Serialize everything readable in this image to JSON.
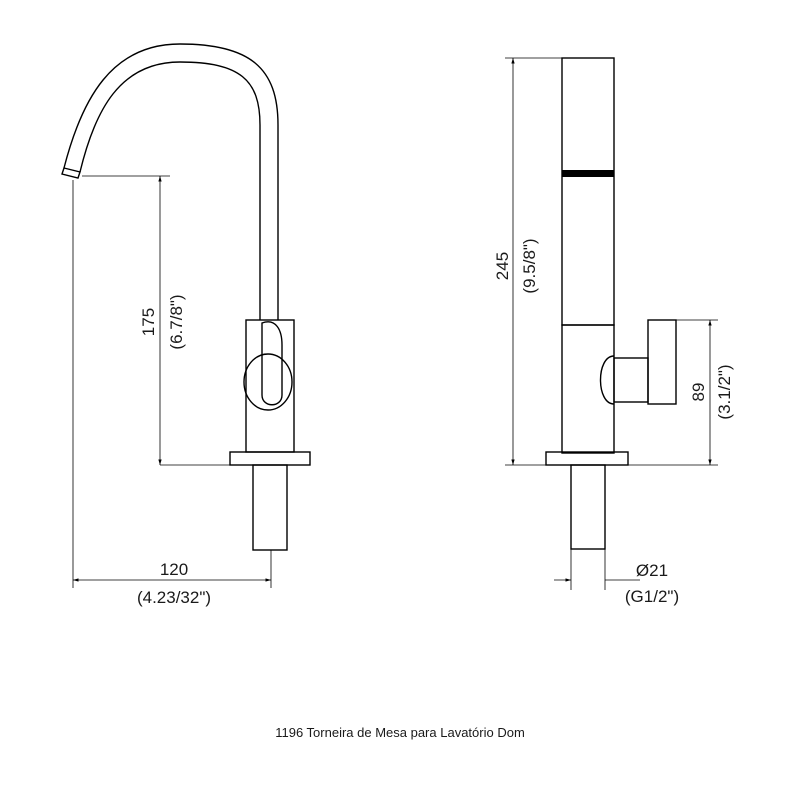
{
  "caption": "1196 Torneira de Mesa para Lavatório Dom",
  "dimensions": {
    "height_spout": {
      "mm": "175",
      "inch": "(6.7/8\")"
    },
    "reach": {
      "mm": "120",
      "inch": "(4.23/32\")"
    },
    "total_height": {
      "mm": "245",
      "inch": "(9.5/8\")"
    },
    "handle_height": {
      "mm": "89",
      "inch": "(3.1/2\")"
    },
    "thread": {
      "mm": "Ø21",
      "inch": "(G1/2\")"
    }
  }
}
